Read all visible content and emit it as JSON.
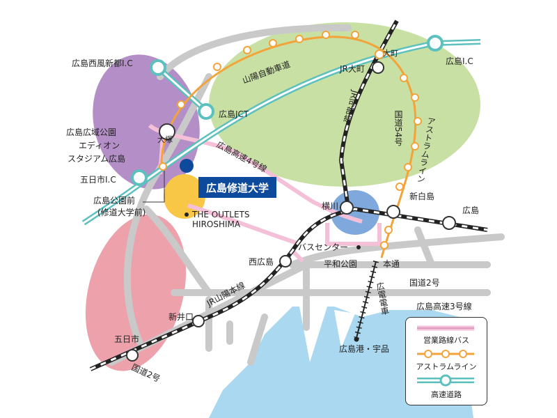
{
  "university": "広島修道大学",
  "outlets": {
    "line1": "THE OUTLETS",
    "line2": "HIROSHIMA"
  },
  "labels": {
    "seifu_ic": "広島西風新都I.C",
    "hiroshima_ic": "広島I.C",
    "jct": "広島JCT",
    "sanyo_exp": "山陽自動車道",
    "jr_omachi": "JR大町",
    "omachi": "大町",
    "kabe_line": "JR可部線",
    "route54": "国道54号",
    "astram_v": "アストラムライン",
    "park_line1": "広島広域公園",
    "park_line2": "エディオン",
    "park_line3": "スタジアム広島",
    "otsuka": "大塚",
    "exp4": "広島高速4号線",
    "itsukaichi_ic": "五日市I.C",
    "koenmae1": "広島公園前",
    "koenmae2": "(修道大学前)",
    "shinhakushima": "新白島",
    "hiroshima_st": "広島",
    "yokogawa": "横川",
    "bus_center": "バスセンター",
    "nishihiroshima": "西広島",
    "heiwa_koen": "平和公園",
    "hondori": "本通",
    "route2_e": "国道2号",
    "jr_sanyo": "JR山陽本線",
    "exp3": "広島高速3号線",
    "hiroden": "広電電車",
    "shinikoguchi": "新井口",
    "itsukaichi": "五日市",
    "route2_w": "国道2号",
    "ujina": "広島港・宇品"
  },
  "legend": {
    "bus": "営業路線バス",
    "astram": "アストラムライン",
    "expressway": "高速道路"
  },
  "colors": {
    "green_area": "#c8e0a4",
    "purple_area": "#b48ec6",
    "red_area": "#eca1ab",
    "yellow_area": "#f8c745",
    "blue_area": "#7fa8dd",
    "sea": "#a9d8f0",
    "road_gray": "#c9c9c9",
    "bus_pink": "#f4c0d8",
    "astram_orange": "#f2a33a",
    "expressway": "#5bc0be",
    "university_blue": "#0d4a9c"
  }
}
